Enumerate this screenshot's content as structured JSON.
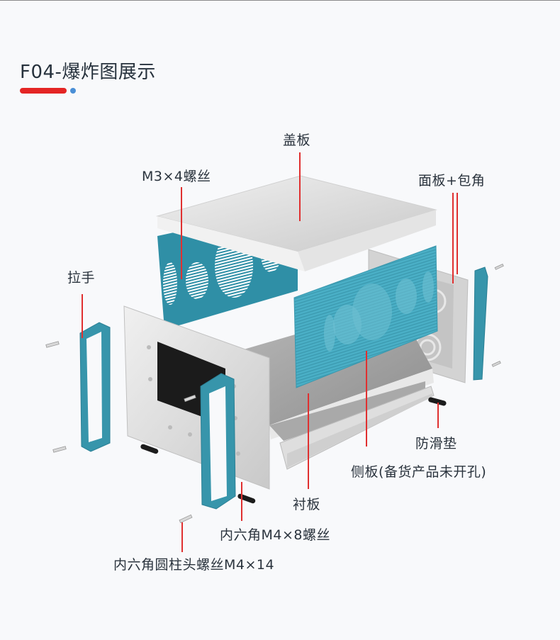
{
  "title": "F04-爆炸图展示",
  "accent": {
    "red": "#e42524",
    "blue": "#4a8fd6"
  },
  "colors": {
    "leader_line": "#e03030",
    "panel_teal": "#2f97ae",
    "panel_teal_light": "#49adc3",
    "aluminum": "#dcdcdc",
    "text": "#2a333d"
  },
  "callouts": [
    {
      "id": "cover-plate",
      "label": "盖板"
    },
    {
      "id": "m3x4-screw",
      "label": "M3×4螺丝"
    },
    {
      "id": "front-panel-corner",
      "label": "面板+包角"
    },
    {
      "id": "handle",
      "label": "拉手"
    },
    {
      "id": "anti-slip-pad",
      "label": "防滑垫"
    },
    {
      "id": "side-panel",
      "label": "侧板(备货产品未开孔)"
    },
    {
      "id": "liner-plate",
      "label": "衬板"
    },
    {
      "id": "hex-m4x8-screw",
      "label": "内六角M4×8螺丝"
    },
    {
      "id": "hex-socket-m4x14-screw",
      "label": "内六角圆柱头螺丝M4×14"
    }
  ]
}
